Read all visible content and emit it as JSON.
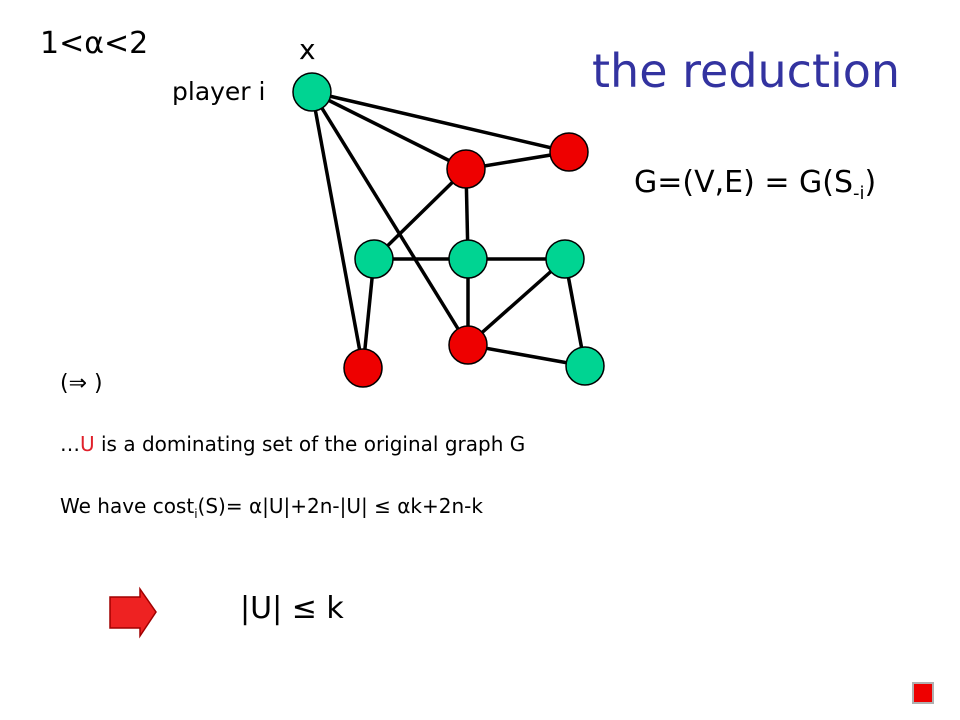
{
  "slide": {
    "title": "the reduction",
    "alpha_range": "1<α<2",
    "node_x_label": "x",
    "player_label": "player i",
    "graph_eq_main": "G=(V,E) = G(S",
    "graph_eq_sub": "-i",
    "graph_eq_close": ")",
    "implies": "(⇒ )",
    "dom_prefix": "…",
    "dom_U": "U",
    "dom_rest": " is a dominating set of the original graph G",
    "cost_prefix": "We have cost",
    "cost_sub": "i",
    "cost_rest": "(S)= α|U|+2n-|U| ≤ αk+2n-k",
    "bound": "|U| ≤ k"
  },
  "colors": {
    "title": "#3333a0",
    "green_node": "#00d492",
    "red_node": "#ee0000",
    "arrow": "#ee2222",
    "accent_text": "#e0202a",
    "corner_square": "#ee0000"
  },
  "graph": {
    "nodes": [
      {
        "id": "x",
        "color": "green"
      },
      {
        "id": "r1",
        "color": "red"
      },
      {
        "id": "r2",
        "color": "red"
      },
      {
        "id": "g1",
        "color": "green"
      },
      {
        "id": "g2",
        "color": "green"
      },
      {
        "id": "g3",
        "color": "green"
      },
      {
        "id": "r3",
        "color": "red"
      },
      {
        "id": "r4",
        "color": "red"
      },
      {
        "id": "g4",
        "color": "green"
      }
    ],
    "edges": [
      [
        "x",
        "r1"
      ],
      [
        "x",
        "r2"
      ],
      [
        "x",
        "r3"
      ],
      [
        "x",
        "r4"
      ],
      [
        "r2",
        "r1"
      ],
      [
        "r2",
        "g1"
      ],
      [
        "r2",
        "g2"
      ],
      [
        "g1",
        "g2"
      ],
      [
        "g2",
        "g3"
      ],
      [
        "g1",
        "r4"
      ],
      [
        "g2",
        "r3"
      ],
      [
        "g3",
        "r3"
      ],
      [
        "g3",
        "g4"
      ],
      [
        "r3",
        "g4"
      ]
    ]
  },
  "icons": {
    "arrow": "right-arrow-icon",
    "corner": "red-square-icon"
  }
}
